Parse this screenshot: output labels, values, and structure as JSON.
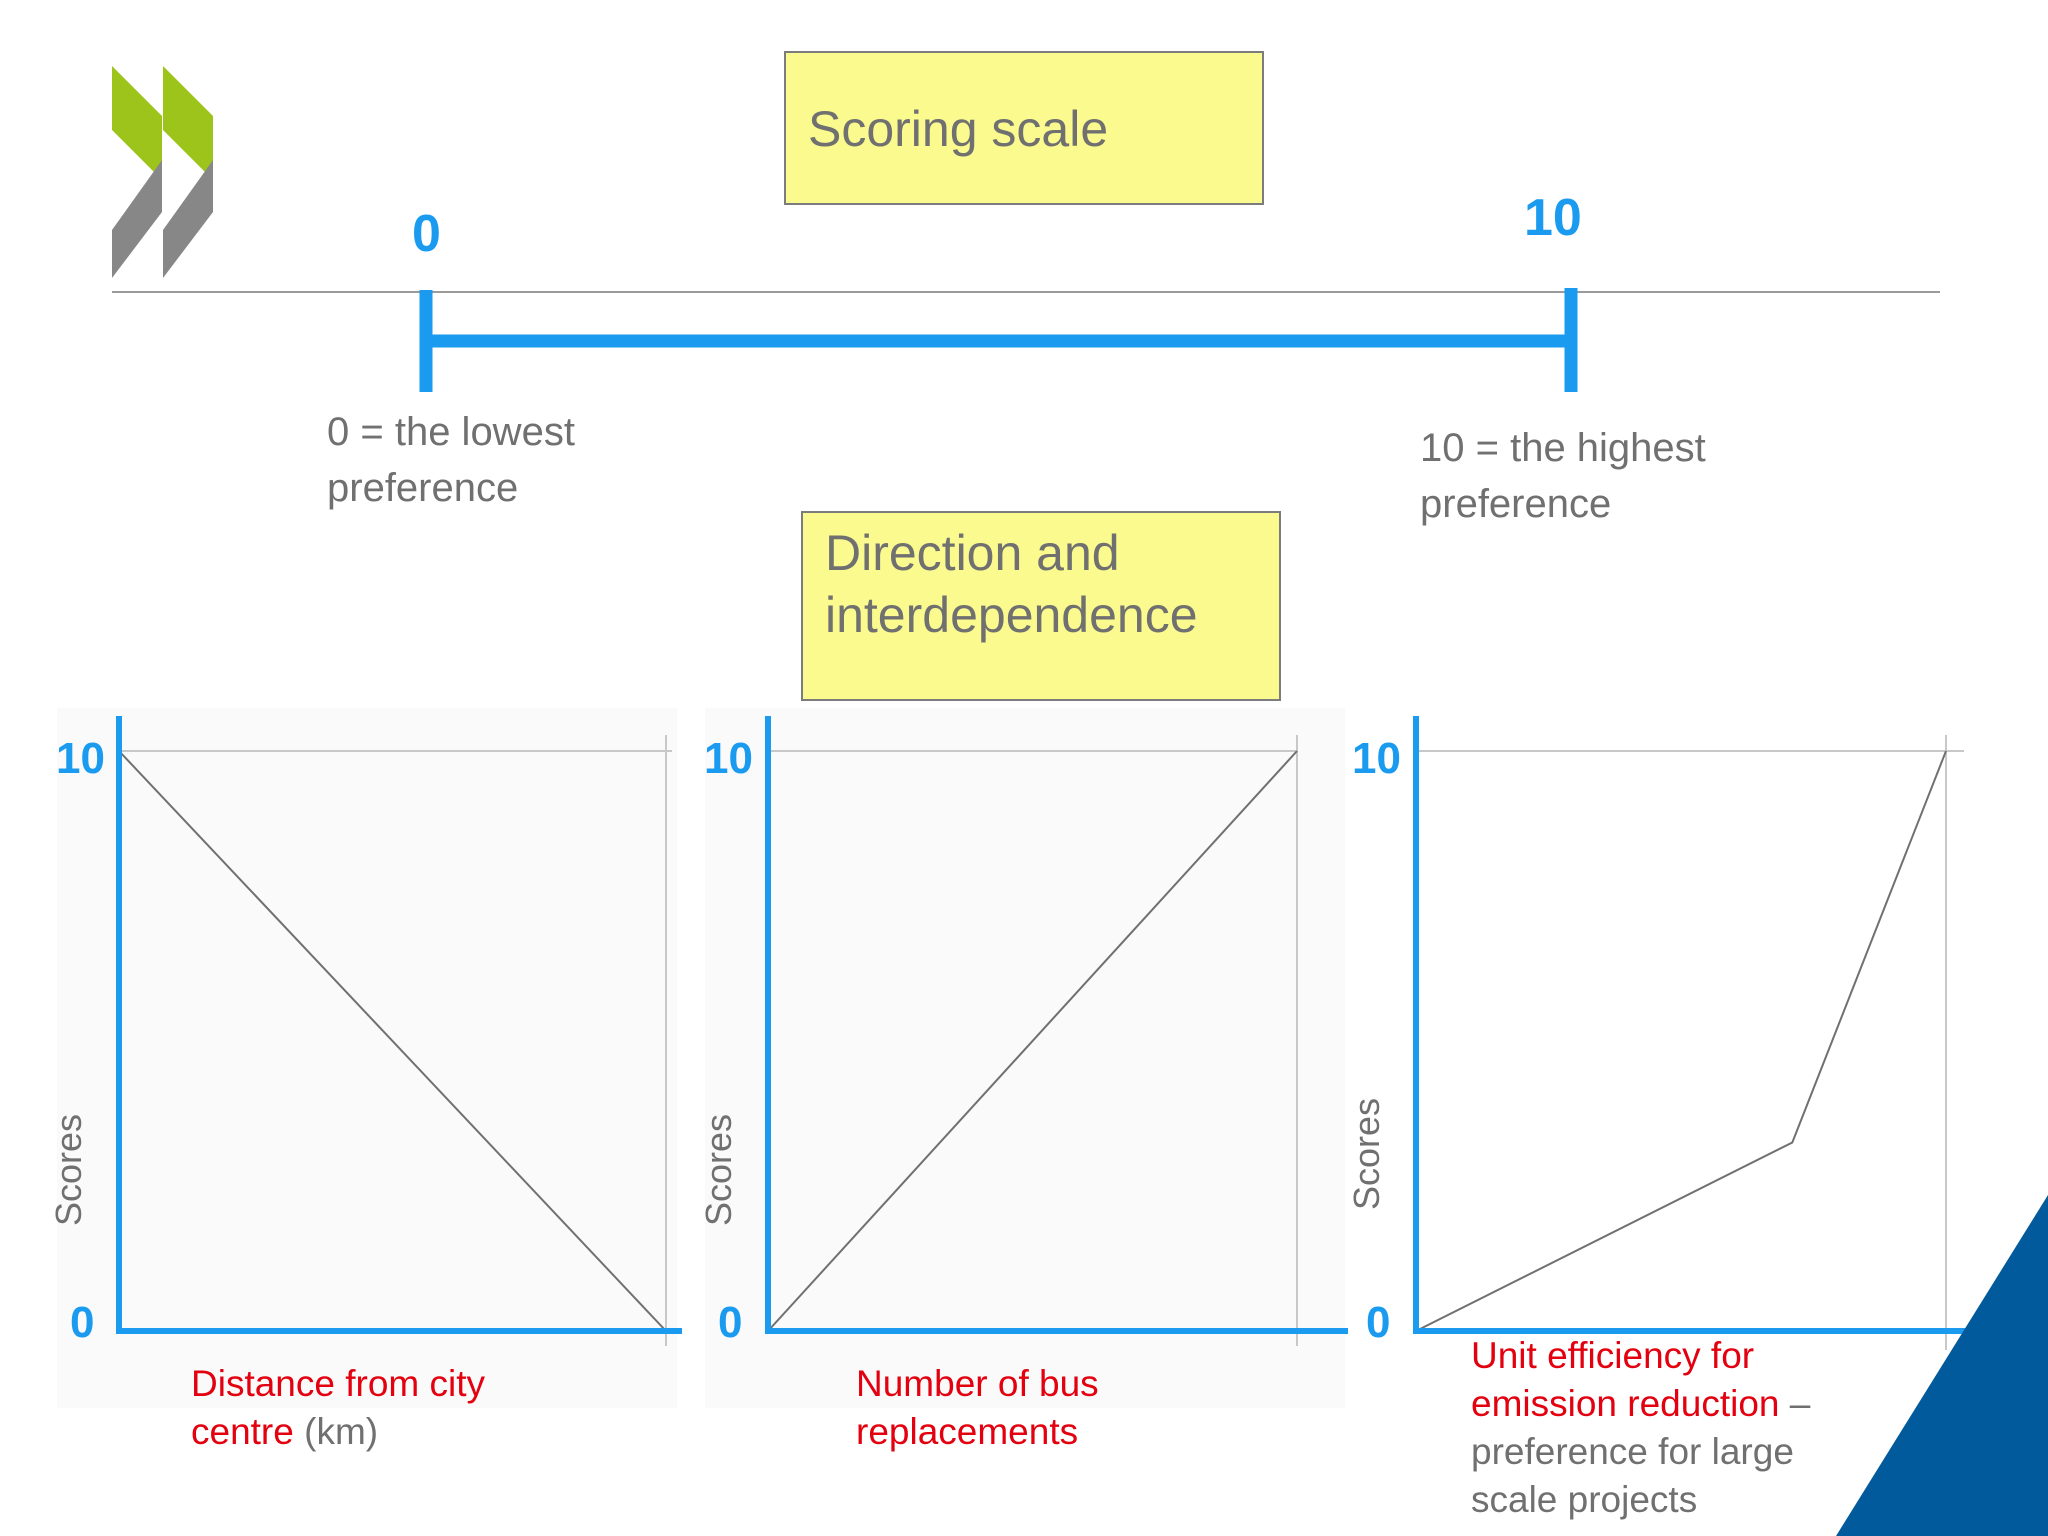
{
  "slide": {
    "scoring_title": "Scoring scale",
    "direction_title_line1": "Direction and",
    "direction_title_line2": "interdependence",
    "scale": {
      "min_label": "0",
      "max_label": "10",
      "min_desc_line1": "0 = the lowest",
      "min_desc_line2": "preference",
      "max_desc_line1": "10 = the highest",
      "max_desc_line2": "preference"
    }
  },
  "colors": {
    "axis_blue": "#1a9bf0",
    "box_yellow": "#fbfa8e",
    "label_red": "#e3000f",
    "text_gray": "#707070",
    "logo_green": "#9dc41a",
    "logo_gray": "#878787",
    "corner_blue": "#005a9c"
  },
  "chart_data": [
    {
      "type": "line",
      "x": [
        0,
        1
      ],
      "y": [
        10,
        0
      ],
      "ylim": [
        0,
        10
      ],
      "y_tick_labels": [
        "10",
        "0"
      ],
      "ylabel": "Scores",
      "xlabel_red_line1": "Distance from city",
      "xlabel_red_line2": "centre",
      "xlabel_gray": " (km)",
      "xlabel_suffix": ""
    },
    {
      "type": "line",
      "x": [
        0,
        1
      ],
      "y": [
        0,
        10
      ],
      "ylim": [
        0,
        10
      ],
      "y_tick_labels": [
        "10",
        "0"
      ],
      "ylabel": "Scores",
      "xlabel_red_line1": "Number of bus",
      "xlabel_red_line2": "replacements",
      "xlabel_gray": "",
      "xlabel_suffix": ""
    },
    {
      "type": "line",
      "x": [
        0,
        0.71,
        1
      ],
      "y": [
        0,
        3.25,
        10
      ],
      "ylim": [
        0,
        10
      ],
      "y_tick_labels": [
        "10",
        "0"
      ],
      "ylabel": "Scores",
      "xlabel_red_line1": "Unit efficiency for",
      "xlabel_red_line2": "emission reduction",
      "xlabel_gray": " –",
      "xlabel_suffix_line1": "preference for large",
      "xlabel_suffix_line2": "scale projects"
    }
  ]
}
